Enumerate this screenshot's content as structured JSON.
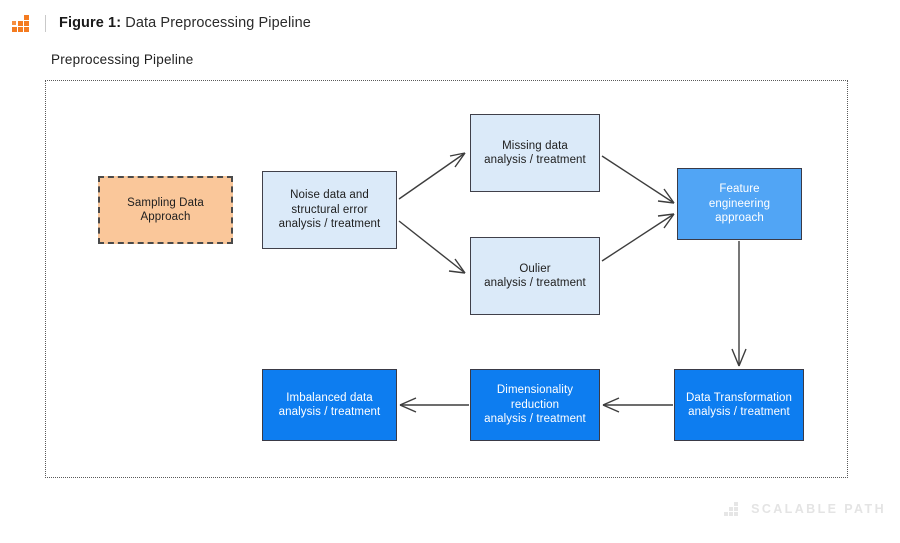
{
  "header": {
    "logo_icon": "scalable-path-staircase-icon",
    "figure_label": "Figure 1:",
    "figure_title": " Data Preprocessing Pipeline"
  },
  "section": {
    "title": "Preprocessing Pipeline"
  },
  "diagram": {
    "nodes": [
      {
        "id": "sampling",
        "label": "Sampling Data\nApproach",
        "style": "orange-dashed",
        "fill": "#fac79a",
        "text_color": "#202020"
      },
      {
        "id": "noise",
        "label": "Noise data and\nstructural error\nanalysis / treatment",
        "style": "lightblue-solid",
        "fill": "#dbeaf9",
        "text_color": "#202020"
      },
      {
        "id": "missing",
        "label": "Missing data\nanalysis / treatment",
        "style": "lightblue-solid",
        "fill": "#dbeaf9",
        "text_color": "#202020"
      },
      {
        "id": "outlier",
        "label": "Oulier\nanalysis / treatment",
        "style": "lightblue-solid",
        "fill": "#dbeaf9",
        "text_color": "#202020"
      },
      {
        "id": "feature",
        "label": "Feature\nengineering\napproach",
        "style": "midblue-solid",
        "fill": "#51a5f5",
        "text_color": "#ffffff"
      },
      {
        "id": "transform",
        "label": "Data Transformation\nanalysis / treatment",
        "style": "strongblue-solid",
        "fill": "#0d7df0",
        "text_color": "#ffffff"
      },
      {
        "id": "dimension",
        "label": "Dimensionality\nreduction\nanalysis / treatment",
        "style": "strongblue-solid",
        "fill": "#0d7df0",
        "text_color": "#ffffff"
      },
      {
        "id": "imbalanced",
        "label": "Imbalanced data\nanalysis / treatment",
        "style": "strongblue-solid",
        "fill": "#0d7df0",
        "text_color": "#ffffff"
      }
    ],
    "edges": [
      {
        "from": "noise",
        "to": "missing",
        "direction": "up-right"
      },
      {
        "from": "noise",
        "to": "outlier",
        "direction": "down-right"
      },
      {
        "from": "missing",
        "to": "feature",
        "direction": "down-right"
      },
      {
        "from": "outlier",
        "to": "feature",
        "direction": "up-right"
      },
      {
        "from": "feature",
        "to": "transform",
        "direction": "down"
      },
      {
        "from": "transform",
        "to": "dimension",
        "direction": "left"
      },
      {
        "from": "dimension",
        "to": "imbalanced",
        "direction": "left"
      }
    ],
    "container_border": "dotted",
    "colors": {
      "orange_fill": "#fac79a",
      "light_blue_fill": "#dbeaf9",
      "mid_blue_fill": "#51a5f5",
      "strong_blue_fill": "#0d7df0",
      "border_dark": "#40404a",
      "arrow": "#3d3d3d"
    }
  },
  "watermark": {
    "text": "SCALABLE PATH",
    "logo_icon": "scalable-path-staircase-icon"
  }
}
